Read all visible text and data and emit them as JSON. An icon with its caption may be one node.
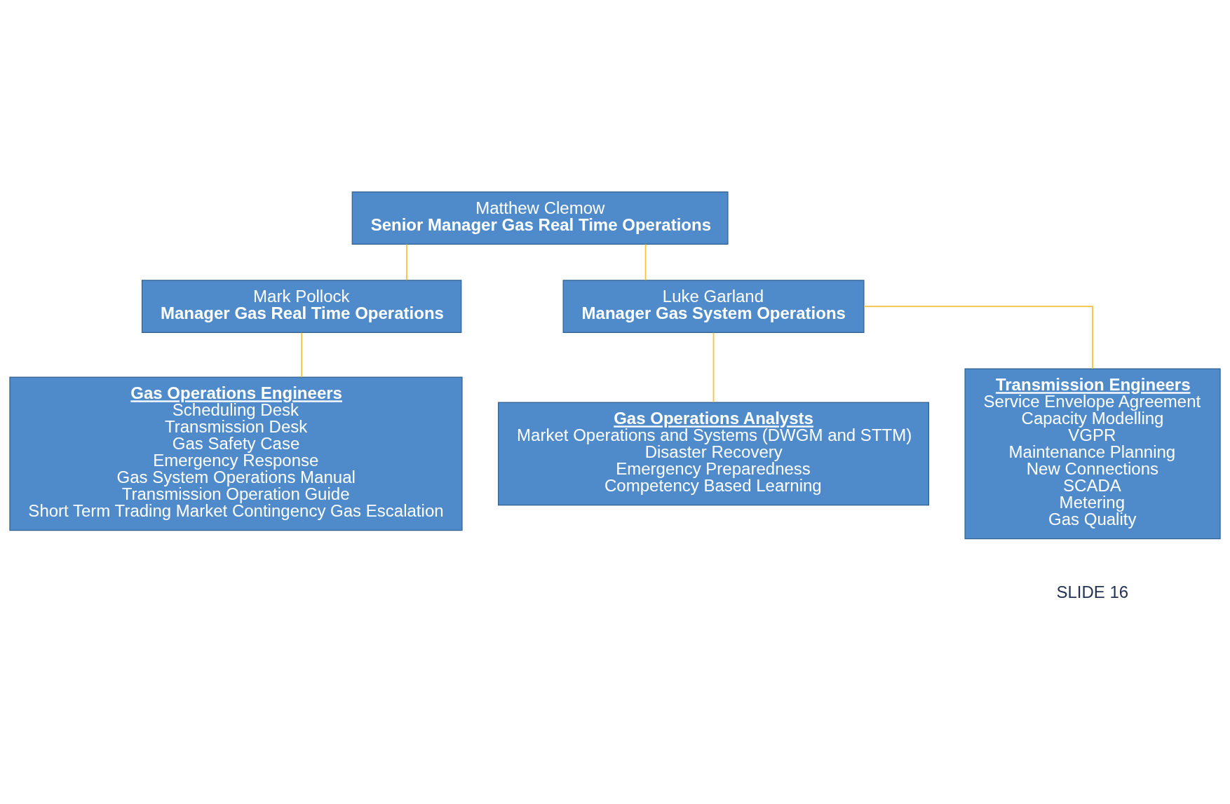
{
  "diagram": {
    "nodes": [
      {
        "text": [
          "Matthew Clemow",
          "Senior Manager Gas Real Time Operations"
        ]
      },
      {
        "text": [
          "Mark Pollock",
          "Manager Gas Real Time Operations"
        ]
      },
      {
        "text": [
          "Luke Garland",
          "Manager Gas System Operations"
        ]
      },
      {
        "text": [
          "Gas Operations Engineers",
          "Scheduling Desk",
          "Transmission Desk",
          "Gas Safety Case",
          "Emergency Response",
          "Gas System Operations Manual",
          "Transmission Operation Guide",
          "Short Term Trading Market Contingency Gas Escalation"
        ]
      },
      {
        "text": [
          "Gas Operations Analysts",
          "Market Operations and Systems (DWGM and STTM)",
          "Disaster Recovery",
          "Emergency Preparedness",
          "Competency Based Learning"
        ]
      },
      {
        "text": [
          "Transmission Engineers",
          "Service Envelope Agreement",
          "Capacity Modelling",
          "VGPR",
          "Maintenance Planning",
          "New Connections",
          "SCADA",
          "Metering",
          "Gas Quality"
        ]
      }
    ],
    "edges": [
      {
        "from": 0,
        "to": 1,
        "arrow": "none"
      },
      {
        "from": 0,
        "to": 2,
        "arrow": "none"
      },
      {
        "from": 1,
        "to": 3,
        "arrow": "none"
      },
      {
        "from": 2,
        "to": 4,
        "arrow": "none"
      },
      {
        "from": 2,
        "to": 5,
        "arrow": "none"
      }
    ],
    "labels": [
      "SLIDE 16"
    ]
  }
}
